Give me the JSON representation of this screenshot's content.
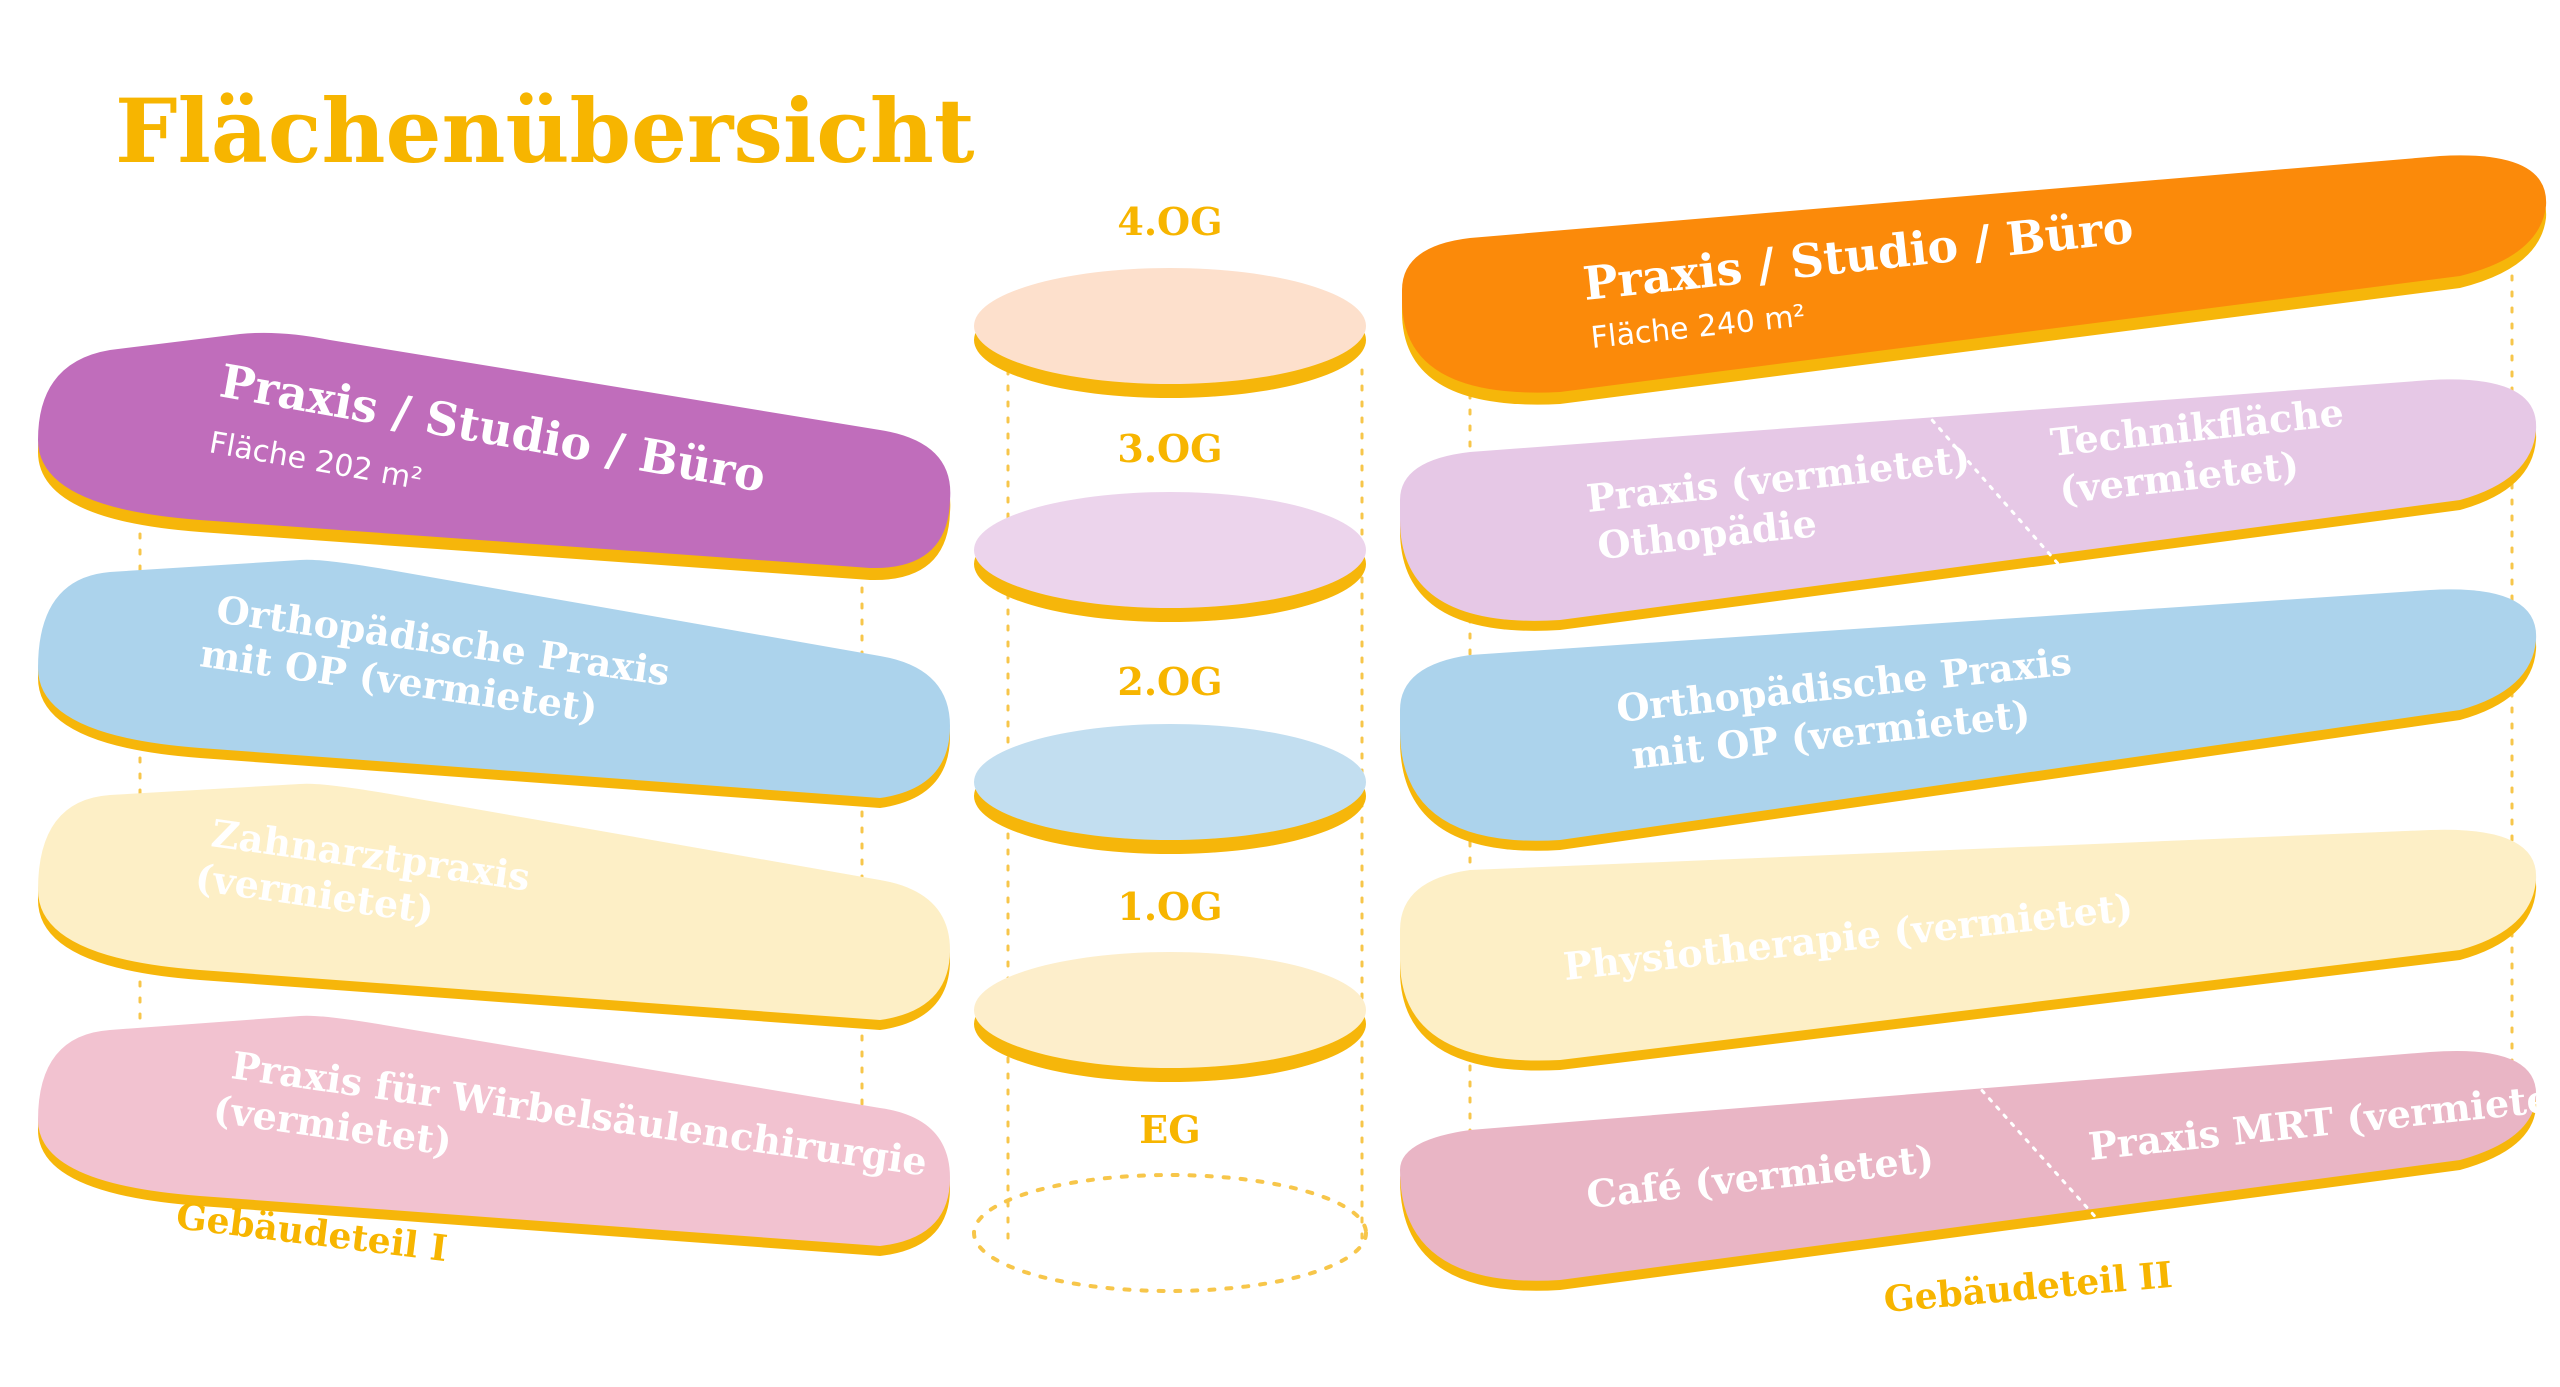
{
  "title": "Flächenübersicht",
  "colors": {
    "accent": "#f7b500",
    "purple": "#c06dbb",
    "orange": "#fb8a0a",
    "light_purple": "#e6c8e6",
    "blue": "#acd3ec",
    "yellow": "#fdefc6",
    "pink": "#f2c2d0",
    "peach": "#fde0cc"
  },
  "floors": [
    "4.OG",
    "3.OG",
    "2.OG",
    "1.OG",
    "EG"
  ],
  "building_1": {
    "label": "Gebäudeteil I",
    "top": {
      "title": "Praxis / Studio / Büro",
      "area": "Fläche 202 m²"
    },
    "floor2": {
      "line1": "Orthopädische Praxis",
      "line2": "mit OP (vermietet)"
    },
    "floor1": {
      "line1": "Zahnarztpraxis",
      "line2": "(vermietet)"
    },
    "ground": {
      "line1": "Praxis für Wirbelsäulenchirurgie",
      "line2": "(vermietet)"
    }
  },
  "building_2": {
    "label": "Gebäudeteil II",
    "top": {
      "title": "Praxis / Studio / Büro",
      "area": "Fläche 240 m²"
    },
    "floor3_left": {
      "line1": "Praxis (vermietet)",
      "line2": "Othopädie"
    },
    "floor3_right": {
      "line1": "Technikfläche",
      "line2": "(vermietet)"
    },
    "floor2": {
      "line1": "Orthopädische Praxis",
      "line2": "mit OP (vermietet)"
    },
    "floor1": {
      "line1": "Physiotherapie (vermietet)"
    },
    "ground_left": {
      "line1": "Café (vermietet)"
    },
    "ground_right": {
      "line1": "Praxis MRT (vermietet)"
    }
  }
}
